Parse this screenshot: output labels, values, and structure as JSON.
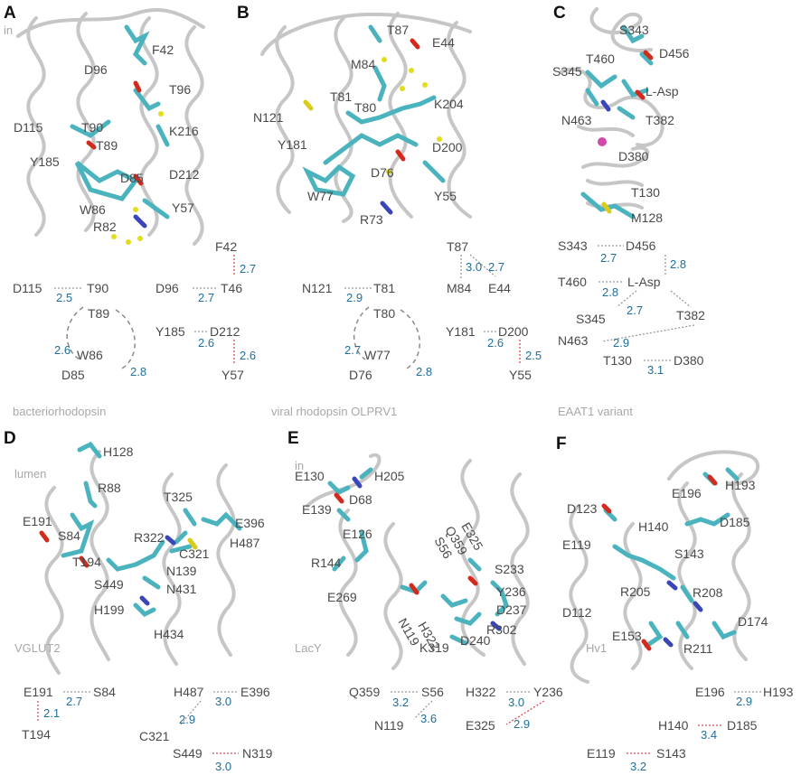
{
  "panels": {
    "A": {
      "letter": "A",
      "corner": "in",
      "caption": "bacteriorhodopsin",
      "structure_labels": [
        "F42",
        "D96",
        "T96",
        "D115",
        "T90",
        "K216",
        "T89",
        "Y185",
        "D212",
        "D85",
        "W86",
        "Y57",
        "R82"
      ],
      "scheme": {
        "residues": [
          "F42",
          "D115",
          "T90",
          "D96",
          "T46",
          "T89",
          "Y185",
          "D212",
          "W86",
          "Y57",
          "D85"
        ],
        "distances": [
          "2.7",
          "2.5",
          "2.7",
          "2.6",
          "2.6",
          "2.6",
          "2.8"
        ]
      }
    },
    "B": {
      "letter": "B",
      "caption": "viral rhodopsin OLPRV1",
      "structure_labels": [
        "T87",
        "E44",
        "M84",
        "N121",
        "T81",
        "T80",
        "K204",
        "D200",
        "Y181",
        "D76",
        "W77",
        "Y55",
        "R73"
      ],
      "scheme": {
        "residues": [
          "T87",
          "M84",
          "E44",
          "N121",
          "T81",
          "T80",
          "Y181",
          "D200",
          "W77",
          "Y55",
          "D76"
        ],
        "distances": [
          "3.0",
          "2.7",
          "2.9",
          "2.6",
          "2.5",
          "2.7",
          "2.8"
        ]
      }
    },
    "C": {
      "letter": "C",
      "caption": "EAAT1 variant",
      "structure_labels": [
        "S343",
        "T460",
        "D456",
        "S345",
        "L-Asp",
        "N463",
        "T382",
        "D380",
        "T130",
        "M128"
      ],
      "scheme": {
        "residues": [
          "S343",
          "D456",
          "T460",
          "L-Asp",
          "S345",
          "T382",
          "N463",
          "T130",
          "D380"
        ],
        "distances": [
          "2.7",
          "2.8",
          "2.8",
          "2.7",
          "2.9",
          "3.1"
        ]
      }
    },
    "D": {
      "letter": "D",
      "corner": "lumen",
      "caption": "VGLUT2",
      "structure_labels": [
        "H128",
        "R88",
        "T325",
        "E191",
        "S84",
        "R322",
        "C321",
        "E396",
        "H487",
        "T194",
        "N139",
        "S449",
        "N431",
        "H199",
        "H434"
      ],
      "scheme": {
        "residues": [
          "E191",
          "S84",
          "H487",
          "E396",
          "T194",
          "C321",
          "S449",
          "N319"
        ],
        "distances": [
          "2.7",
          "2.1",
          "3.0",
          "2.9",
          "3.0"
        ]
      }
    },
    "E": {
      "letter": "E",
      "corner": "in",
      "caption": "LacY",
      "structure_labels": [
        "E130",
        "H205",
        "D68",
        "E139",
        "E126",
        "R144",
        "S56",
        "E325",
        "Q359",
        "S233",
        "E269",
        "Y236",
        "D237",
        "N119",
        "H322",
        "R302",
        "D240",
        "K319"
      ],
      "scheme": {
        "residues": [
          "Q359",
          "S56",
          "H322",
          "Y236",
          "N119",
          "E325"
        ],
        "distances": [
          "3.2",
          "3.0",
          "3.6",
          "2.9"
        ]
      }
    },
    "F": {
      "letter": "F",
      "caption": "Hv1",
      "structure_labels": [
        "E196",
        "H193",
        "D123",
        "H140",
        "D185",
        "E119",
        "S143",
        "R205",
        "R208",
        "D112",
        "D174",
        "E153",
        "R211"
      ],
      "scheme": {
        "residues": [
          "E196",
          "H193",
          "H140",
          "D185",
          "E119",
          "S143"
        ],
        "distances": [
          "2.9",
          "3.4",
          "3.2"
        ]
      }
    }
  },
  "colors": {
    "distance_text": "#1f6f9a",
    "residue_text": "#4a4a4a",
    "caption_text": "#a8a8a8",
    "carbon": "#4bb3bd",
    "oxygen": "#d32a1e",
    "nitrogen": "#3a46b8",
    "water": "#e2dc1c",
    "ion": "#d04aa8"
  }
}
